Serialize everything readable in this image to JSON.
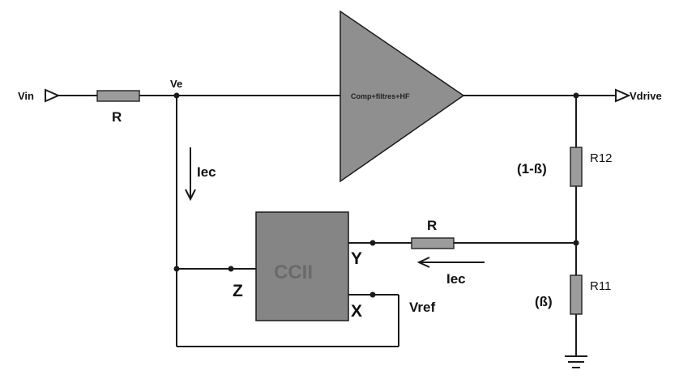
{
  "diagram": {
    "input_label": "Vin",
    "input_resistor_label": "R",
    "node_ve_label": "Ve",
    "current_down_label": "Iec",
    "amplifier_label": "Comp+filtres+HF",
    "output_label": "Vdrive",
    "r12_name": "R12",
    "r12_ratio": "(1-ß)",
    "r11_name": "R11",
    "r11_ratio": "(ß)",
    "feedback_resistor_label": "R",
    "current_left_label": "Iec",
    "ccii_label": "CCII",
    "pin_y": "Y",
    "pin_z": "Z",
    "pin_x": "X",
    "vref_label": "Vref"
  },
  "colors": {
    "amplifier_fill": "#8f8f8f",
    "ccii_fill": "#858585",
    "resistor_fill": "#9c9c9c",
    "wire": "#1a1a1a"
  }
}
